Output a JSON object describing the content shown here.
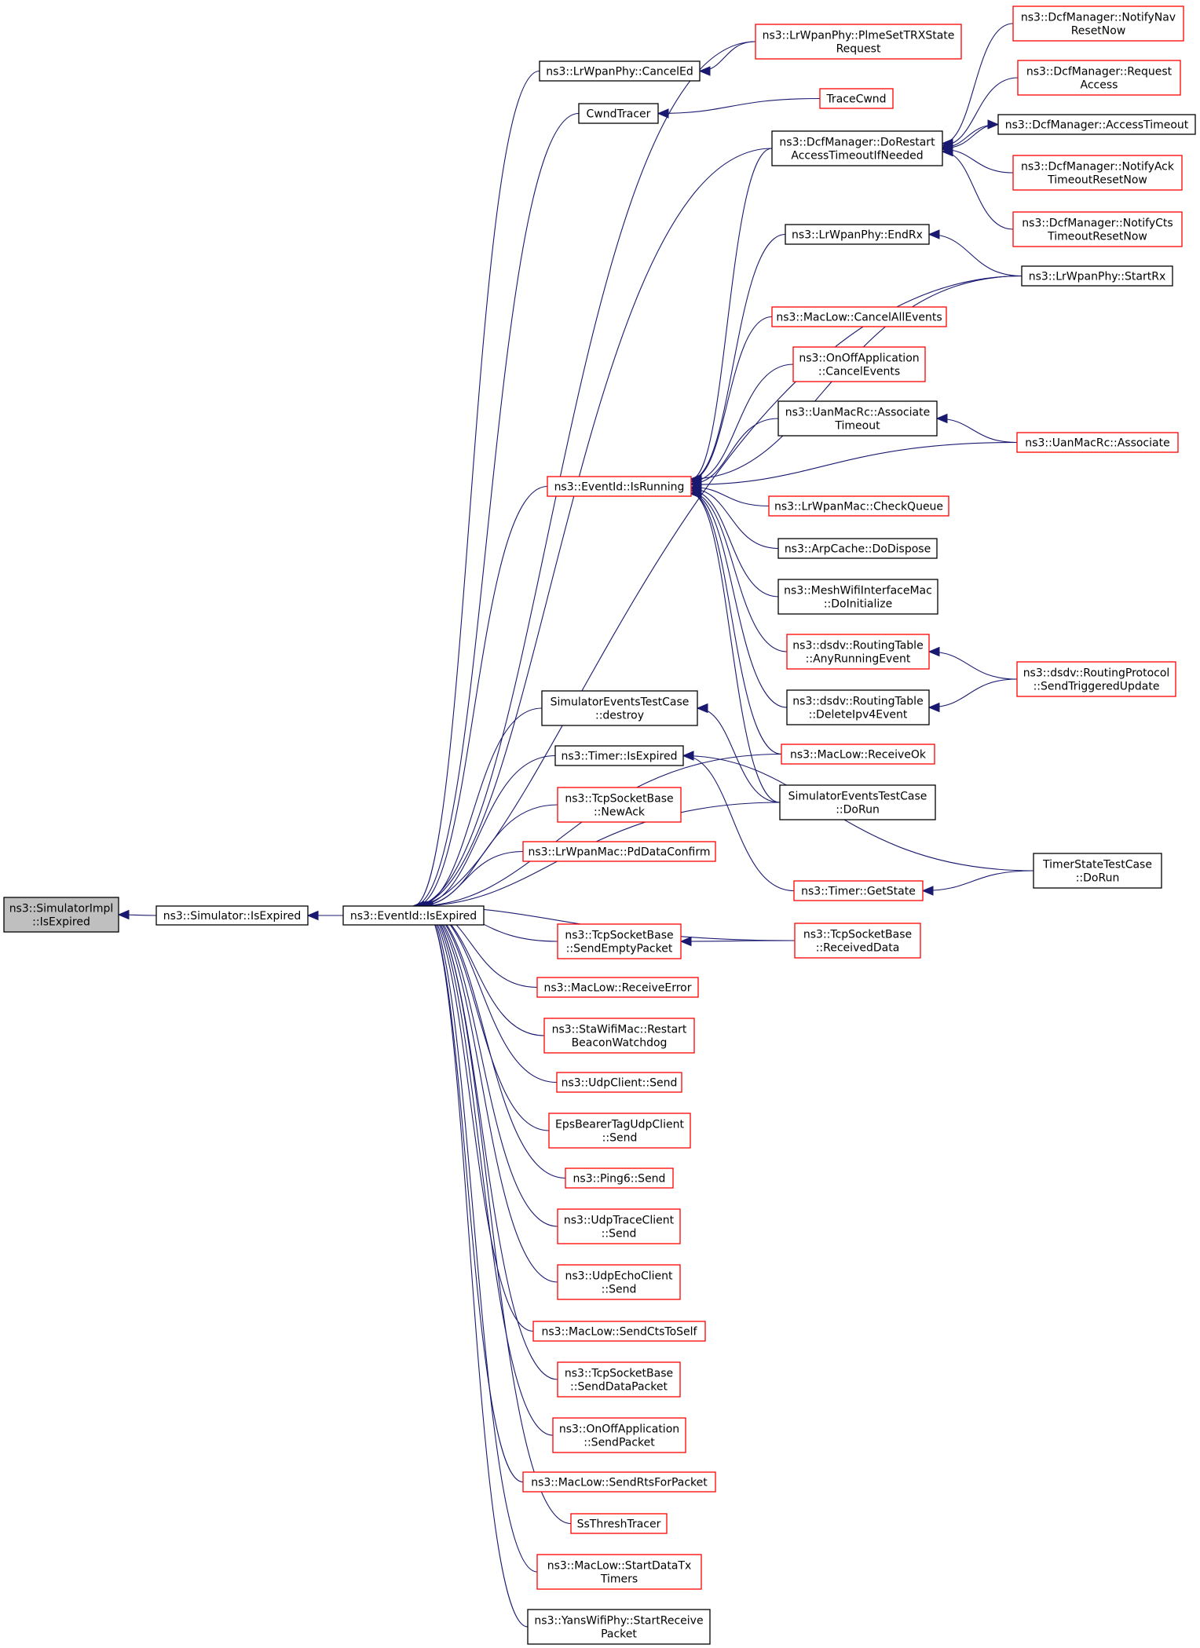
{
  "colors": {
    "edge": "#191970",
    "border_linked": "#000000",
    "border_truncated": "#ff0000",
    "root_fill": "#bfbfbf",
    "node_fill": "#ffffff"
  },
  "graph": {
    "nodes": [
      {
        "id": "n1",
        "lines": [
          "ns3::SimulatorImpl",
          "::IsExpired"
        ],
        "style": "root"
      },
      {
        "id": "n2",
        "lines": [
          "ns3::Simulator::IsExpired"
        ],
        "style": "linked"
      },
      {
        "id": "n3",
        "lines": [
          "ns3::EventId::IsExpired"
        ],
        "style": "linked"
      },
      {
        "id": "n4",
        "lines": [
          "ns3::LrWpanPhy::PlmeSetTRXState",
          "Request"
        ],
        "style": "truncated"
      },
      {
        "id": "n5",
        "lines": [
          "ns3::LrWpanPhy::CancelEd"
        ],
        "style": "linked"
      },
      {
        "id": "n6",
        "lines": [
          "CwndTracer"
        ],
        "style": "linked"
      },
      {
        "id": "n7",
        "lines": [
          "TraceCwnd"
        ],
        "style": "truncated"
      },
      {
        "id": "n8",
        "lines": [
          "ns3::DcfManager::DoRestart",
          "AccessTimeoutIfNeeded"
        ],
        "style": "linked"
      },
      {
        "id": "n9",
        "lines": [
          "ns3::DcfManager::NotifyNav",
          "ResetNow"
        ],
        "style": "truncated"
      },
      {
        "id": "n10",
        "lines": [
          "ns3::DcfManager::Request",
          "Access"
        ],
        "style": "truncated"
      },
      {
        "id": "n11",
        "lines": [
          "ns3::DcfManager::AccessTimeout"
        ],
        "style": "linked"
      },
      {
        "id": "n12",
        "lines": [
          "ns3::DcfManager::NotifyAck",
          "TimeoutResetNow"
        ],
        "style": "truncated"
      },
      {
        "id": "n13",
        "lines": [
          "ns3::DcfManager::NotifyCts",
          "TimeoutResetNow"
        ],
        "style": "truncated"
      },
      {
        "id": "n14",
        "lines": [
          "ns3::LrWpanPhy::EndRx"
        ],
        "style": "linked"
      },
      {
        "id": "n15",
        "lines": [
          "ns3::LrWpanPhy::StartRx"
        ],
        "style": "linked"
      },
      {
        "id": "n16",
        "lines": [
          "ns3::MacLow::CancelAllEvents"
        ],
        "style": "truncated"
      },
      {
        "id": "n17",
        "lines": [
          "ns3::OnOffApplication",
          "::CancelEvents"
        ],
        "style": "truncated"
      },
      {
        "id": "n18",
        "lines": [
          "ns3::UanMacRc::Associate",
          "Timeout"
        ],
        "style": "linked"
      },
      {
        "id": "n19",
        "lines": [
          "ns3::UanMacRc::Associate"
        ],
        "style": "truncated"
      },
      {
        "id": "n20",
        "lines": [
          "ns3::EventId::IsRunning"
        ],
        "style": "truncated"
      },
      {
        "id": "n21",
        "lines": [
          "ns3::LrWpanMac::CheckQueue"
        ],
        "style": "truncated"
      },
      {
        "id": "n22",
        "lines": [
          "ns3::ArpCache::DoDispose"
        ],
        "style": "linked"
      },
      {
        "id": "n23",
        "lines": [
          "ns3::MeshWifiInterfaceMac",
          "::DoInitialize"
        ],
        "style": "linked"
      },
      {
        "id": "n24",
        "lines": [
          "ns3::dsdv::RoutingTable",
          "::AnyRunningEvent"
        ],
        "style": "truncated"
      },
      {
        "id": "n25",
        "lines": [
          "ns3::dsdv::RoutingProtocol",
          "::SendTriggeredUpdate"
        ],
        "style": "truncated"
      },
      {
        "id": "n26",
        "lines": [
          "ns3::dsdv::RoutingTable",
          "::DeleteIpv4Event"
        ],
        "style": "linked"
      },
      {
        "id": "n27",
        "lines": [
          "SimulatorEventsTestCase",
          "::destroy"
        ],
        "style": "linked"
      },
      {
        "id": "n28",
        "lines": [
          "ns3::MacLow::ReceiveOk"
        ],
        "style": "truncated"
      },
      {
        "id": "n29",
        "lines": [
          "ns3::Timer::IsExpired"
        ],
        "style": "linked"
      },
      {
        "id": "n30",
        "lines": [
          "SimulatorEventsTestCase",
          "::DoRun"
        ],
        "style": "linked"
      },
      {
        "id": "n31",
        "lines": [
          "ns3::TcpSocketBase",
          "::NewAck"
        ],
        "style": "truncated"
      },
      {
        "id": "n32",
        "lines": [
          "ns3::LrWpanMac::PdDataConfirm"
        ],
        "style": "truncated"
      },
      {
        "id": "n33",
        "lines": [
          "TimerStateTestCase",
          "::DoRun"
        ],
        "style": "linked"
      },
      {
        "id": "n34",
        "lines": [
          "ns3::Timer::GetState"
        ],
        "style": "truncated"
      },
      {
        "id": "n35",
        "lines": [
          "ns3::TcpSocketBase",
          "::SendEmptyPacket"
        ],
        "style": "truncated"
      },
      {
        "id": "n36",
        "lines": [
          "ns3::TcpSocketBase",
          "::ReceivedData"
        ],
        "style": "truncated"
      },
      {
        "id": "n37",
        "lines": [
          "ns3::MacLow::ReceiveError"
        ],
        "style": "truncated"
      },
      {
        "id": "n38",
        "lines": [
          "ns3::StaWifiMac::Restart",
          "BeaconWatchdog"
        ],
        "style": "truncated"
      },
      {
        "id": "n39",
        "lines": [
          "ns3::UdpClient::Send"
        ],
        "style": "truncated"
      },
      {
        "id": "n40",
        "lines": [
          "EpsBearerTagUdpClient",
          "::Send"
        ],
        "style": "truncated"
      },
      {
        "id": "n41",
        "lines": [
          "ns3::Ping6::Send"
        ],
        "style": "truncated"
      },
      {
        "id": "n42",
        "lines": [
          "ns3::UdpTraceClient",
          "::Send"
        ],
        "style": "truncated"
      },
      {
        "id": "n43",
        "lines": [
          "ns3::UdpEchoClient",
          "::Send"
        ],
        "style": "truncated"
      },
      {
        "id": "n44",
        "lines": [
          "ns3::MacLow::SendCtsToSelf"
        ],
        "style": "truncated"
      },
      {
        "id": "n45",
        "lines": [
          "ns3::TcpSocketBase",
          "::SendDataPacket"
        ],
        "style": "truncated"
      },
      {
        "id": "n46",
        "lines": [
          "ns3::OnOffApplication",
          "::SendPacket"
        ],
        "style": "truncated"
      },
      {
        "id": "n47",
        "lines": [
          "ns3::MacLow::SendRtsForPacket"
        ],
        "style": "truncated"
      },
      {
        "id": "n48",
        "lines": [
          "SsThreshTracer"
        ],
        "style": "truncated"
      },
      {
        "id": "n49",
        "lines": [
          "ns3::MacLow::StartDataTx",
          "Timers"
        ],
        "style": "truncated"
      },
      {
        "id": "n50",
        "lines": [
          "ns3::YansWifiPhy::StartReceive",
          "Packet"
        ],
        "style": "linked"
      }
    ],
    "edges": [
      {
        "from": "n2",
        "to": "n1"
      },
      {
        "from": "n3",
        "to": "n2"
      },
      {
        "from": "n4",
        "to": "n3"
      },
      {
        "from": "n5",
        "to": "n3"
      },
      {
        "from": "n6",
        "to": "n3"
      },
      {
        "from": "n8",
        "to": "n3"
      },
      {
        "from": "n15",
        "to": "n3"
      },
      {
        "from": "n20",
        "to": "n3"
      },
      {
        "from": "n27",
        "to": "n3"
      },
      {
        "from": "n28",
        "to": "n3"
      },
      {
        "from": "n29",
        "to": "n3"
      },
      {
        "from": "n30",
        "to": "n3"
      },
      {
        "from": "n31",
        "to": "n3"
      },
      {
        "from": "n32",
        "to": "n3"
      },
      {
        "from": "n35",
        "to": "n3"
      },
      {
        "from": "n36",
        "to": "n3"
      },
      {
        "from": "n37",
        "to": "n3"
      },
      {
        "from": "n38",
        "to": "n3"
      },
      {
        "from": "n39",
        "to": "n3"
      },
      {
        "from": "n40",
        "to": "n3"
      },
      {
        "from": "n41",
        "to": "n3"
      },
      {
        "from": "n42",
        "to": "n3"
      },
      {
        "from": "n43",
        "to": "n3"
      },
      {
        "from": "n44",
        "to": "n3"
      },
      {
        "from": "n45",
        "to": "n3"
      },
      {
        "from": "n46",
        "to": "n3"
      },
      {
        "from": "n47",
        "to": "n3"
      },
      {
        "from": "n48",
        "to": "n3"
      },
      {
        "from": "n49",
        "to": "n3"
      },
      {
        "from": "n50",
        "to": "n3"
      },
      {
        "from": "n4",
        "to": "n5"
      },
      {
        "from": "n7",
        "to": "n6"
      },
      {
        "from": "n9",
        "to": "n8"
      },
      {
        "from": "n10",
        "to": "n8"
      },
      {
        "from": "n8",
        "to": "n11"
      },
      {
        "from": "n11",
        "to": "n8"
      },
      {
        "from": "n12",
        "to": "n8"
      },
      {
        "from": "n13",
        "to": "n8"
      },
      {
        "from": "n15",
        "to": "n14"
      },
      {
        "from": "n8",
        "to": "n20"
      },
      {
        "from": "n14",
        "to": "n20"
      },
      {
        "from": "n15",
        "to": "n20"
      },
      {
        "from": "n16",
        "to": "n20"
      },
      {
        "from": "n17",
        "to": "n20"
      },
      {
        "from": "n18",
        "to": "n20"
      },
      {
        "from": "n19",
        "to": "n20"
      },
      {
        "from": "n21",
        "to": "n20"
      },
      {
        "from": "n22",
        "to": "n20"
      },
      {
        "from": "n23",
        "to": "n20"
      },
      {
        "from": "n24",
        "to": "n20"
      },
      {
        "from": "n26",
        "to": "n20"
      },
      {
        "from": "n28",
        "to": "n20"
      },
      {
        "from": "n30",
        "to": "n20"
      },
      {
        "from": "n19",
        "to": "n18"
      },
      {
        "from": "n25",
        "to": "n24"
      },
      {
        "from": "n25",
        "to": "n26"
      },
      {
        "from": "n30",
        "to": "n27"
      },
      {
        "from": "n33",
        "to": "n29"
      },
      {
        "from": "n34",
        "to": "n29"
      },
      {
        "from": "n33",
        "to": "n34"
      },
      {
        "from": "n36",
        "to": "n35"
      }
    ]
  }
}
